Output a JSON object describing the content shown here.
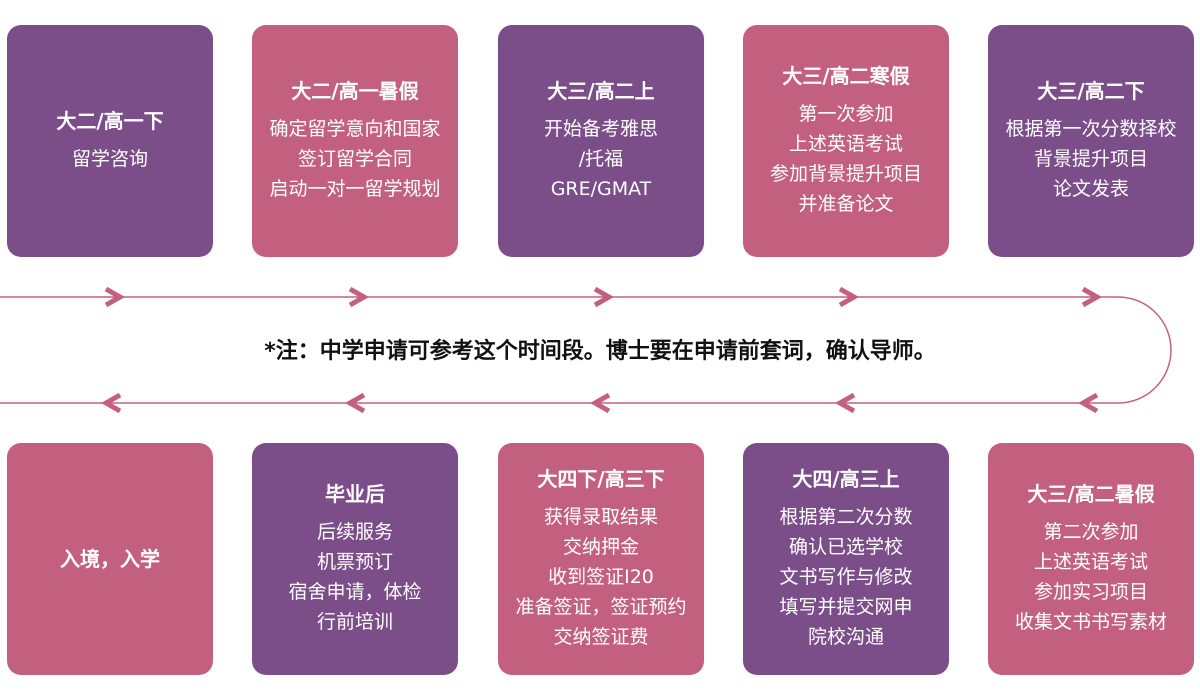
{
  "colors": {
    "purple": "#7b4e8a",
    "pink": "#c4607f",
    "line": "#c4607f"
  },
  "top_row": [
    {
      "title": "大二/高一下",
      "lines": [
        "留学咨询"
      ],
      "color": "purple"
    },
    {
      "title": "大二/高一暑假",
      "lines": [
        "确定留学意向和国家",
        "签订留学合同",
        "启动一对一留学规划"
      ],
      "color": "pink"
    },
    {
      "title": "大三/高二上",
      "lines": [
        "开始备考雅思",
        "/托福",
        "GRE/GMAT"
      ],
      "color": "purple"
    },
    {
      "title": "大三/高二寒假",
      "lines": [
        "第一次参加",
        "上述英语考试",
        "参加背景提升项目",
        "并准备论文"
      ],
      "color": "pink"
    },
    {
      "title": "大三/高二下",
      "lines": [
        "根据第一次分数择校",
        "背景提升项目",
        "论文发表"
      ],
      "color": "purple"
    }
  ],
  "bottom_row": [
    {
      "title": "入境，入学",
      "lines": [],
      "color": "pink"
    },
    {
      "title": "毕业后",
      "lines": [
        "后续服务",
        "机票预订",
        "宿舍申请，体检",
        "行前培训"
      ],
      "color": "purple"
    },
    {
      "title": "大四下/高三下",
      "lines": [
        "获得录取结果",
        "交纳押金",
        "收到签证I20",
        "准备签证，签证预约",
        "交纳签证费"
      ],
      "color": "pink"
    },
    {
      "title": "大四/高三上",
      "lines": [
        "根据第二次分数",
        "确认已选学校",
        "文书写作与修改",
        "填写并提交网申",
        "院校沟通"
      ],
      "color": "purple"
    },
    {
      "title": "大三/高二暑假",
      "lines": [
        "第二次参加",
        "上述英语考试",
        "参加实习项目",
        "收集文书书写素材"
      ],
      "color": "pink"
    }
  ],
  "note": "*注：中学申请可参考这个时间段。博士要在申请前套词，确认导师。"
}
